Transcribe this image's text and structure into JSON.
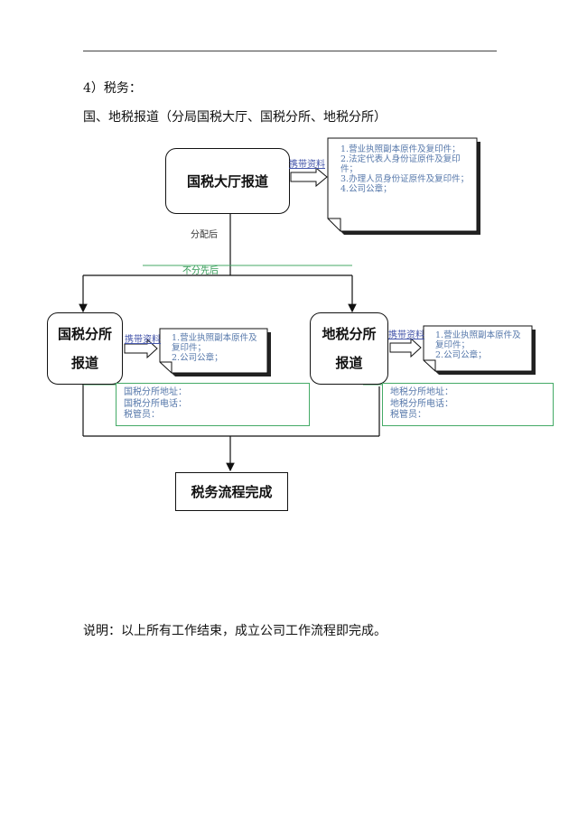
{
  "section": {
    "number_label": "4）税务：",
    "subtitle": "国、地税报道（分局国税大厅、国税分所、地税分所）"
  },
  "flow": {
    "start_box": "国税大厅报道",
    "carry_label": "携带资料",
    "start_docs": [
      "1.营业执照副本原件及复印件；",
      "2.法定代表人身份证原件及复印件；",
      "3.办理人员身份证原件及复印件；",
      "4.公司公章；"
    ],
    "after_assign": "分配后",
    "no_order": "不分先后",
    "national_branch": {
      "line1": "国税分所",
      "line2": "报道"
    },
    "local_branch": {
      "line1": "地税分所",
      "line2": "报道"
    },
    "branch_docs": [
      "1.营业执照副本原件及复印件；",
      "2.公司公章；"
    ],
    "national_info": [
      "国税分所地址：",
      "国税分所电话：",
      "税管员："
    ],
    "local_info": [
      "地税分所地址：",
      "地税分所电话：",
      "税管员："
    ],
    "end_box": "税务流程完成"
  },
  "footer_note": "说明：以上所有工作结束，成立公司工作流程即完成。"
}
